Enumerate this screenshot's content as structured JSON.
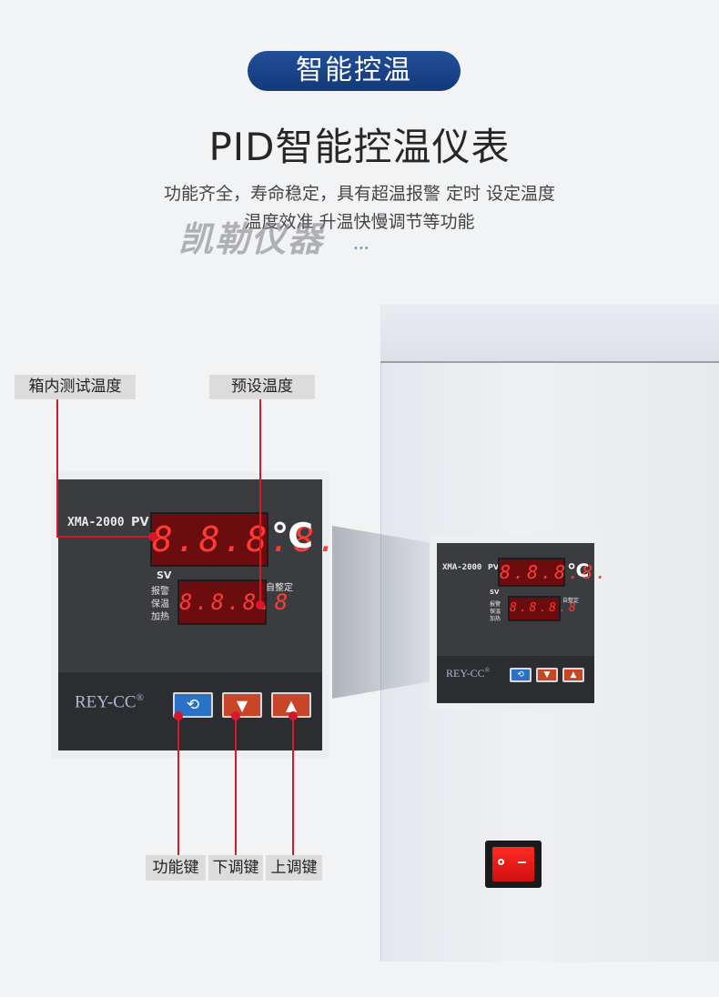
{
  "header": {
    "badge": "智能控温",
    "title": "PID智能控温仪表",
    "desc_line1": "功能齐全，寿命稳定，具有超温报警 定时 设定温度",
    "desc_line2": "温度效准 升温快慢调节等功能",
    "watermark": "凯勒仪器"
  },
  "controller": {
    "model": "XMA-2000",
    "pv_label": "PV",
    "sv_label": "SV",
    "pv_display": "8.8.8.8.",
    "sv_display": "8.8.8.8",
    "unit": "℃",
    "autotune": "自整定",
    "ind_alarm": "报警",
    "ind_hold": "保温",
    "ind_heat": "加热",
    "brand": "REY-CC",
    "registered": "®"
  },
  "callouts": {
    "pv": "箱内测试温度",
    "sv": "预设温度",
    "func_key": "功能键",
    "down_key": "下调键",
    "up_key": "上调键"
  },
  "colors": {
    "badge_blue": "#1c4690",
    "callout_red": "#d8182a",
    "lcd_red": "#ff3b33",
    "key_blue": "#2a72c8",
    "key_red": "#c84527"
  }
}
